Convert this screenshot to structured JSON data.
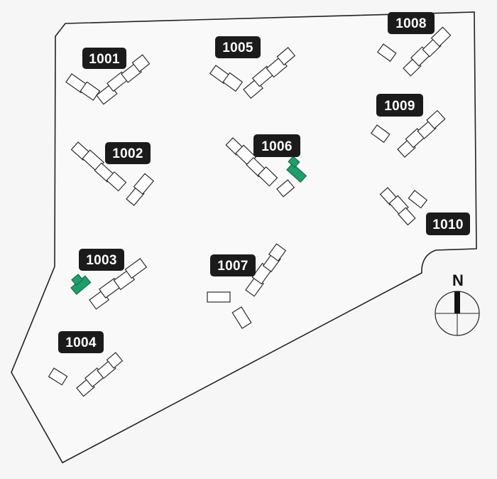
{
  "colors": {
    "background": "#f6f6f6",
    "boundary_stroke": "#222222",
    "label_background": "#1b1b1b",
    "label_text": "#ffffff",
    "highlight_building": "#1e9f6b"
  },
  "lots": [
    {
      "id": "1001",
      "label": "1001"
    },
    {
      "id": "1002",
      "label": "1002"
    },
    {
      "id": "1003",
      "label": "1003"
    },
    {
      "id": "1004",
      "label": "1004"
    },
    {
      "id": "1005",
      "label": "1005"
    },
    {
      "id": "1006",
      "label": "1006"
    },
    {
      "id": "1007",
      "label": "1007"
    },
    {
      "id": "1008",
      "label": "1008"
    },
    {
      "id": "1009",
      "label": "1009"
    },
    {
      "id": "1010",
      "label": "1010"
    }
  ],
  "compass": {
    "label": "N",
    "icon": "north-arrow-icon"
  }
}
